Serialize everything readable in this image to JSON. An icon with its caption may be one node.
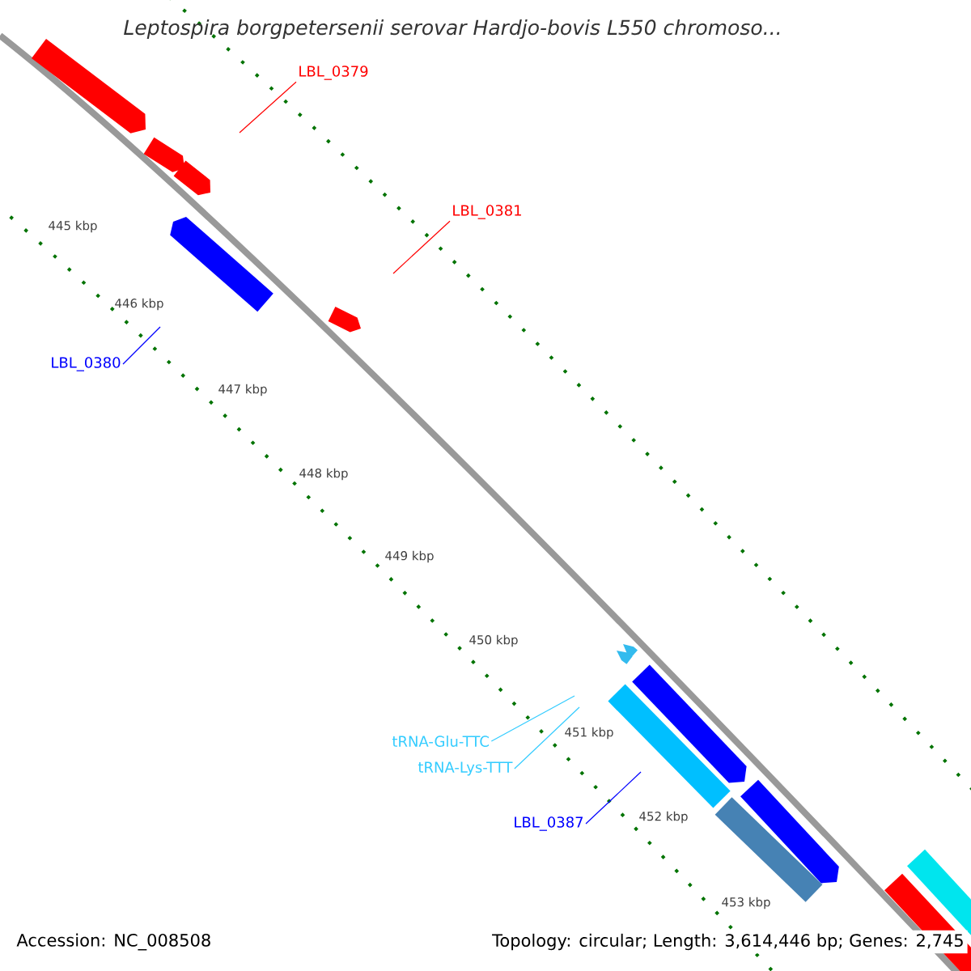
{
  "diagram": {
    "title": "Leptospira borgpetersenii serovar Hardjo-bovis L550 chromoso...",
    "nodes": [
      {
        "text": [
          "LBL_0379"
        ]
      },
      {
        "text": [
          "LBL_0381"
        ]
      },
      {
        "text": [
          "LBL_0380"
        ]
      },
      {
        "text": [
          "tRNA-Glu-TTC"
        ]
      },
      {
        "text": [
          "tRNA-Lys-TTT"
        ]
      },
      {
        "text": [
          "LBL_0387"
        ]
      }
    ],
    "edges": [
      {
        "from": 0,
        "to": null,
        "arrow": "none",
        "color": "#ff0000"
      },
      {
        "from": 1,
        "to": null,
        "arrow": "none",
        "color": "#ff0000"
      },
      {
        "from": 2,
        "to": null,
        "arrow": "none",
        "color": "#0000ff"
      },
      {
        "from": 3,
        "to": null,
        "arrow": "none",
        "color": "#33ccff"
      },
      {
        "from": 4,
        "to": null,
        "arrow": "none",
        "color": "#33ccff"
      },
      {
        "from": 5,
        "to": null,
        "arrow": "none",
        "color": "#0000ff"
      }
    ],
    "labels": [
      "445 kbp",
      "446 kbp",
      "447 kbp",
      "448 kbp",
      "449 kbp",
      "450 kbp",
      "451 kbp",
      "452 kbp",
      "453 kbp",
      "Accession: NC_008508",
      "Topology: circular; Length: 3,614,446 bp; Genes: 2,745"
    ]
  }
}
